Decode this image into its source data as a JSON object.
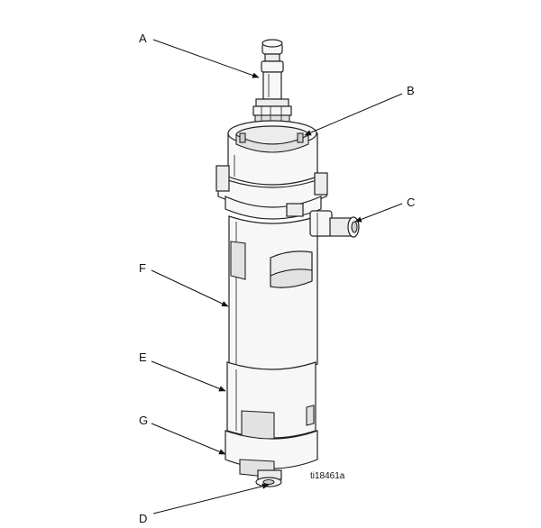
{
  "callouts": [
    {
      "id": "A",
      "label": "A"
    },
    {
      "id": "B",
      "label": "B"
    },
    {
      "id": "C",
      "label": "C"
    },
    {
      "id": "D",
      "label": "D"
    },
    {
      "id": "E",
      "label": "E"
    },
    {
      "id": "F",
      "label": "F"
    },
    {
      "id": "G",
      "label": "G"
    }
  ],
  "figure_id": "ti18461a"
}
